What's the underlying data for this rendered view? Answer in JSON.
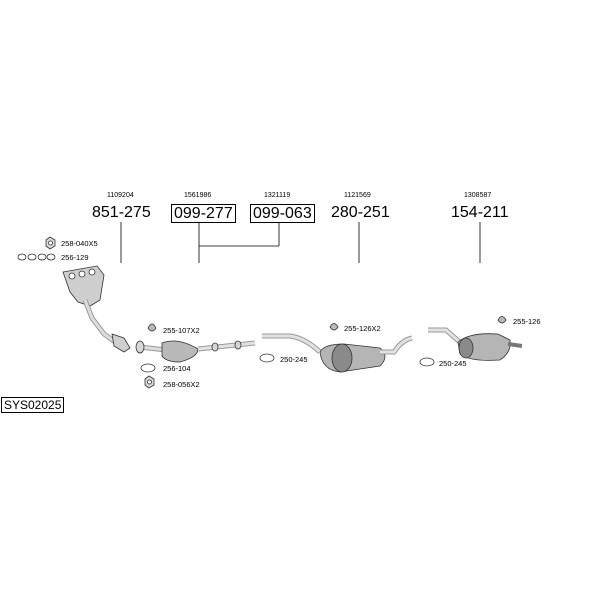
{
  "diagram": {
    "system_code": "SYS02025",
    "groups": [
      {
        "ref": "1109204",
        "part": "851-275"
      },
      {
        "ref": "1561986",
        "part": "099-277"
      },
      {
        "ref": "1321119",
        "part": "099-063"
      },
      {
        "ref": "1121569",
        "part": "280-251"
      },
      {
        "ref": "1308587",
        "part": "154-211"
      }
    ],
    "accessories": {
      "nut_a": "258-040X5",
      "gaskets_manifold": "256-129",
      "clamp_front": "255-107X2",
      "gasket_flange": "256-104",
      "nut_b": "258-056X2",
      "clamp_mid": "255-126X2",
      "ring_mid": "250-245",
      "clamp_rear": "255-126",
      "ring_rear": "250-245"
    }
  }
}
